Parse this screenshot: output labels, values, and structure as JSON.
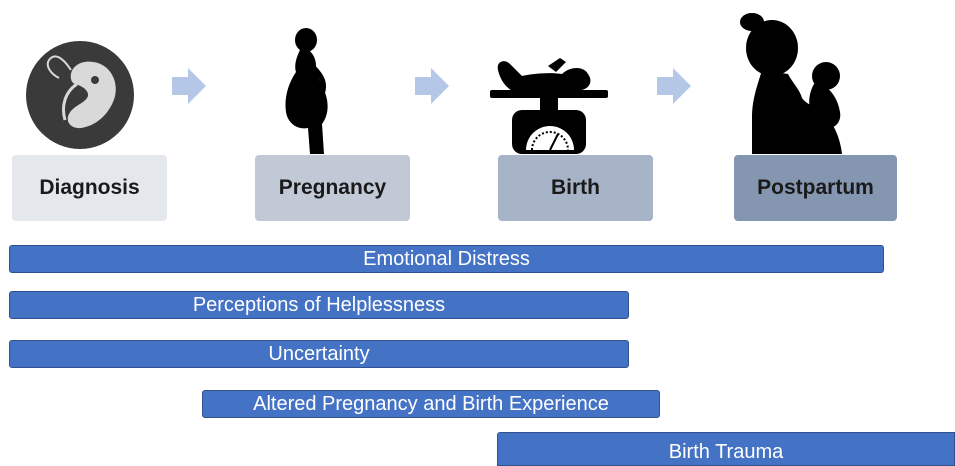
{
  "stages": [
    {
      "label": "Diagnosis",
      "icon": "fetus-icon",
      "color": "#e4e7eb"
    },
    {
      "label": "Pregnancy",
      "icon": "pregnant-woman-icon",
      "color": "#c1c9d6"
    },
    {
      "label": "Birth",
      "icon": "baby-on-scale-icon",
      "color": "#a7b3c6"
    },
    {
      "label": "Postpartum",
      "icon": "mother-holding-baby-icon",
      "color": "#8496b0"
    }
  ],
  "arrow_color": "#b4c7e7",
  "bar_color": "#4472c4",
  "bars": [
    {
      "label": "Emotional Distress"
    },
    {
      "label": "Perceptions of Helplessness"
    },
    {
      "label": "Uncertainty"
    },
    {
      "label": "Altered Pregnancy and Birth Experience"
    },
    {
      "label": "Birth Trauma"
    }
  ]
}
